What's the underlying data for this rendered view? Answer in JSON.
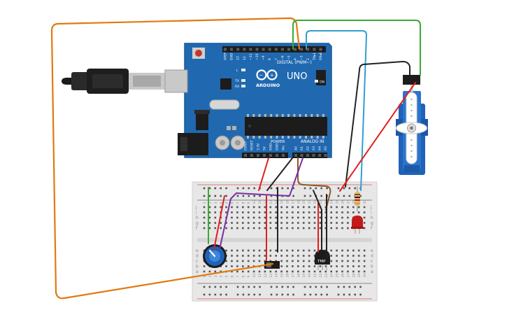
{
  "board": {
    "brand": "ARDUINO",
    "model": "UNO",
    "digital_header": "DIGITAL (PWM~)",
    "analog_header": "ANALOG IN",
    "power_header": "POWER",
    "on_label": "ON",
    "led_labels": [
      "L",
      "TX",
      "RX"
    ],
    "digital_pins": [
      "AREF",
      "GND",
      "13",
      "12",
      "~11",
      "~10",
      "~9",
      "8",
      "7",
      "~6",
      "~5",
      "4",
      "~3",
      "2",
      "TX▸1",
      "RX◂0"
    ],
    "power_pins": [
      "IOREF",
      "RESET",
      "3.3V",
      "5V",
      "GND",
      "GND",
      "Vin"
    ],
    "analog_pins": [
      "A0",
      "A1",
      "A2",
      "A3",
      "A4",
      "A5"
    ]
  },
  "breadboard": {
    "row_letters_top": [
      "j",
      "i",
      "h",
      "g",
      "f"
    ],
    "row_letters_bottom": [
      "e",
      "d",
      "c",
      "b",
      "a"
    ],
    "column_count": 30
  },
  "sensor": {
    "label": "TMP"
  },
  "wire_colors": {
    "orange": "#e07a10",
    "green": "#3aa935",
    "blue": "#2f9fd1",
    "black": "#222222",
    "red": "#e02020",
    "purple": "#7a2fa0",
    "brown": "#8a5a2b"
  }
}
